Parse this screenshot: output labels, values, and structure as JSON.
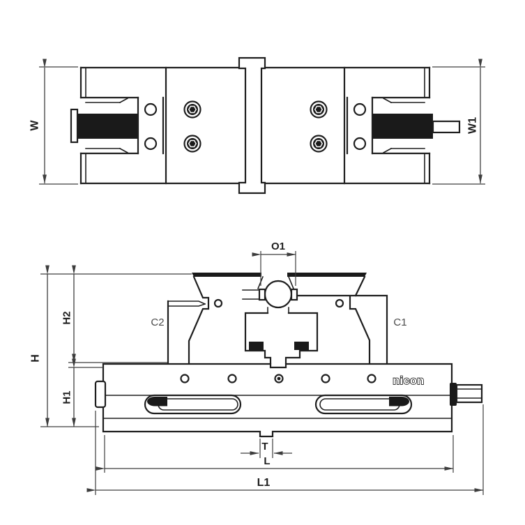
{
  "drawing": {
    "title": "precision-modular-vise-technical-drawing",
    "brand_label": "nicon",
    "colors": {
      "line": "#1e1e1e",
      "dim": "#3d3d3d",
      "partLabel": "#4a4a4a",
      "solid": "#1a1a1a",
      "background": "#ffffff"
    },
    "top_view": {
      "dims": {
        "w": "W",
        "w1": "W1"
      }
    },
    "front_view": {
      "dims": {
        "o1": "O1",
        "h": "H",
        "h1": "H1",
        "h2": "H2",
        "t": "T",
        "l": "L",
        "l1": "L1"
      },
      "parts": {
        "left_jaw_plate": "C2",
        "right_jaw_plate": "C1"
      }
    }
  }
}
